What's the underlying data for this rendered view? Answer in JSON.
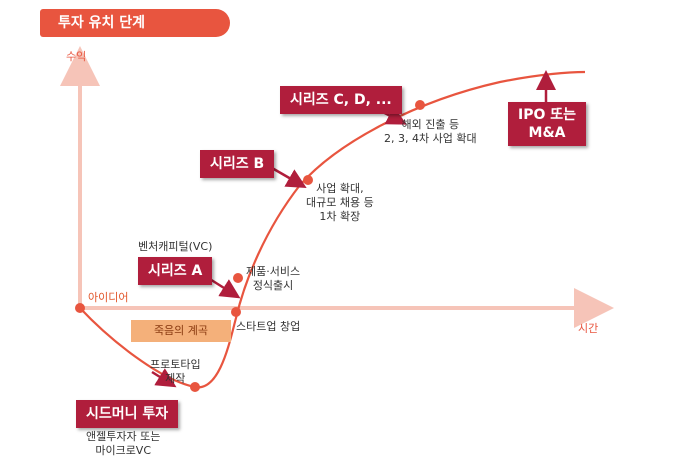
{
  "title": "투자 유치 단계",
  "axes": {
    "y": "수익",
    "x": "시간"
  },
  "boxes": {
    "seed": "시드머니 투자",
    "series_a": "시리즈 A",
    "series_b": "시리즈 B",
    "series_cd": "시리즈 C, D, ...",
    "ipo_line1": "IPO 또는",
    "ipo_line2": "M&A"
  },
  "death_valley": "죽음의 계곡",
  "labels": {
    "idea": "아이디어",
    "prototype_1": "프로토타입",
    "prototype_2": "제작",
    "startup": "스타트업 창업",
    "launch_1": "제품·서비스",
    "launch_2": "정식출시",
    "vc": "벤처캐피털(VC)",
    "expand_1": "사업 확대,",
    "expand_2": "대규모 채용 등",
    "expand_3": "1차 확장",
    "global_1": "해외 진출 등",
    "global_2": "2, 3, 4차 사업 확대",
    "angel_1": "앤젤투자자 또는",
    "angel_2": "마이크로VC"
  },
  "colors": {
    "curve": "#e8553f",
    "box": "#b01e3c",
    "axis": "#f6c4b8",
    "death": "#f4b07a"
  }
}
